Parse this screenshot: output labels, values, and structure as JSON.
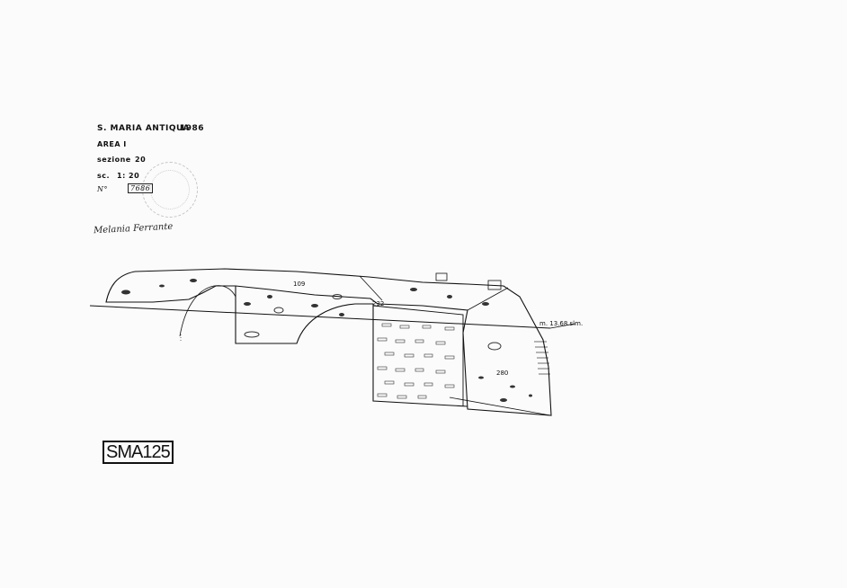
{
  "sheet": {
    "title": "S. MARIA ANTIQUA",
    "year": "1986",
    "area": "AREA I",
    "section_label": "sezione",
    "section_value": "20",
    "scale_label": "sc.",
    "scale_value": "1: 20",
    "number_label": "N°",
    "number_value": "7686",
    "signature": "Melania Ferrante",
    "archive_code": "SMA125"
  },
  "drawing": {
    "unit_labels": [
      "109",
      "232",
      "280"
    ],
    "level_label": "m. 13.68 slm."
  }
}
